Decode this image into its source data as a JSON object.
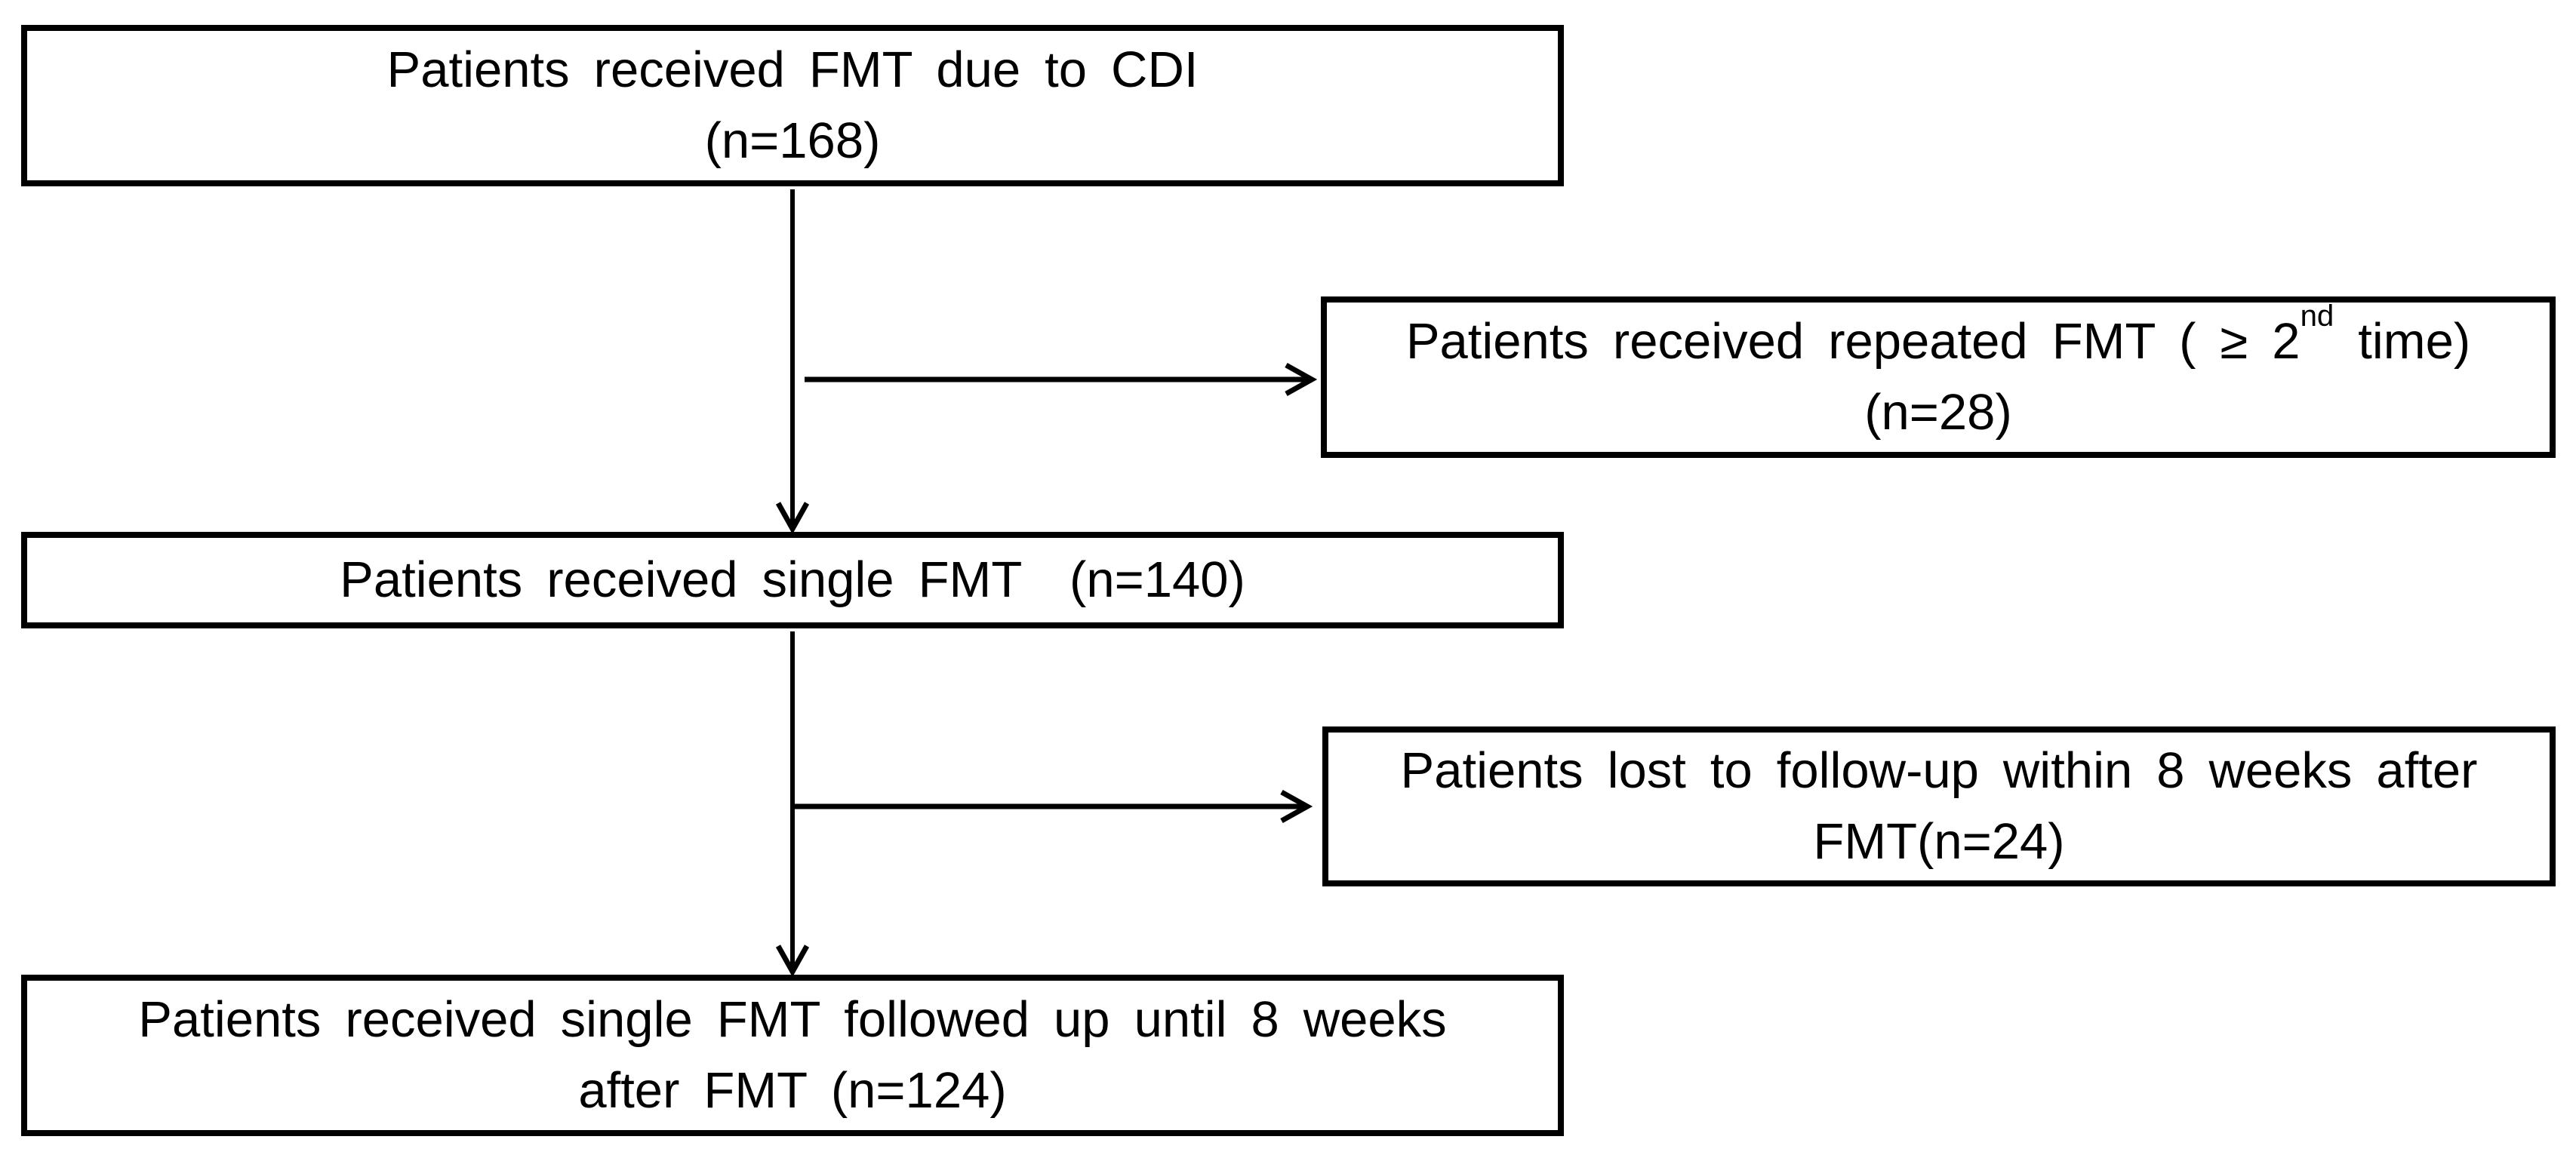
{
  "figure": {
    "background_color": "#ffffff",
    "box_border_color": "#000000",
    "text_color": "#000000",
    "boxes": {
      "fmt_cdi": {
        "line1": "Patients received FMT due to CDI",
        "line2": "(n=168)"
      },
      "repeated_fmt": {
        "line1_pre": "Patients received repeated FMT ( ≥ 2",
        "line1_sup": "nd",
        "line1_post": " time)",
        "line2": "(n=28)"
      },
      "single_fmt": {
        "line1": "Patients received single FMT  (n=140)"
      },
      "lost_followup": {
        "line1": "Patients lost to follow-up within 8 weeks after",
        "line2": "FMT(n=24)"
      },
      "single_fmt_followed": {
        "line1": "Patients received single FMT followed up until 8 weeks",
        "line2": "after FMT (n=124)"
      }
    },
    "arrows": [
      {
        "name": "fmt-cdi-to-single-fmt",
        "direction": "down"
      },
      {
        "name": "branch-to-repeated-fmt",
        "direction": "right"
      },
      {
        "name": "single-fmt-to-followed",
        "direction": "down"
      },
      {
        "name": "branch-to-lost-followup",
        "direction": "right"
      }
    ]
  }
}
